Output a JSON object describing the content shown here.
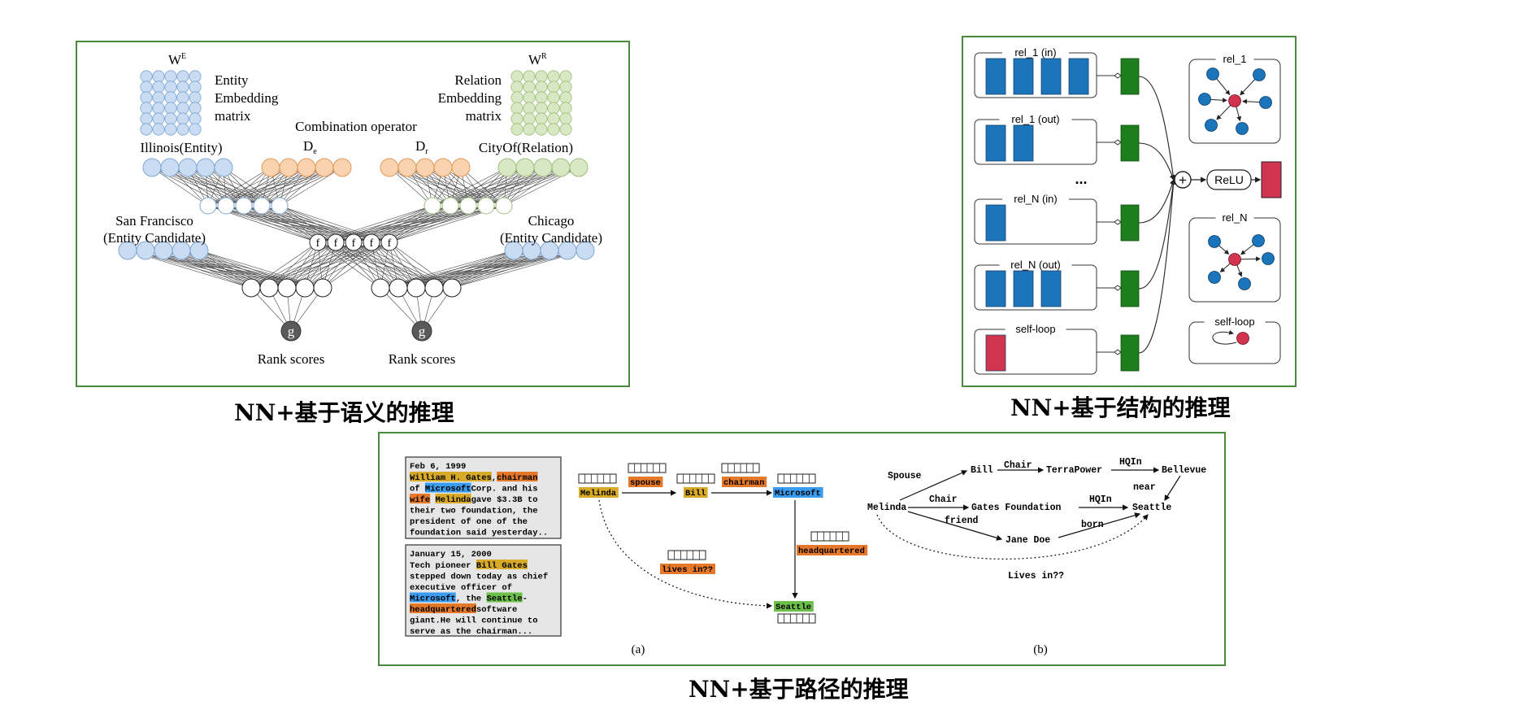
{
  "semantic": {
    "caption": "NN+基于语义的推理",
    "we_label": "W",
    "we_sup": "E",
    "wr_label": "W",
    "wr_sup": "R",
    "entity_matrix_lines": [
      "Entity",
      "Embedding",
      "matrix"
    ],
    "relation_matrix_lines": [
      "Relation",
      "Embedding",
      "matrix"
    ],
    "combination_operator": "Combination operator",
    "de_label": "D",
    "de_sub": "e",
    "dr_label": "D",
    "dr_sub": "r",
    "illinois": "Illinois(Entity)",
    "cityof": "CityOf(Relation)",
    "san_francisco": "San Francisco",
    "entity_candidate_left": "(Entity Candidate)",
    "chicago": "Chicago",
    "entity_candidate_right": "(Entity Candidate)",
    "f_label": "f",
    "g_label": "g",
    "rank_scores_left": "Rank scores",
    "rank_scores_right": "Rank scores",
    "colors": {
      "blue": "#c9dcf2",
      "orange": "#f9d2b0",
      "green": "#d9e8c4",
      "frame": "#4b8a3c"
    }
  },
  "structural": {
    "caption": "NN+基于结构的推理",
    "groups": [
      "rel_1 (in)",
      "rel_1 (out)",
      "rel_N (in)",
      "rel_N (out)",
      "self-loop"
    ],
    "ellipsis": "...",
    "relu": "ReLU",
    "plus": "+",
    "graph_titles": [
      "rel_1",
      "rel_N",
      "self-loop"
    ],
    "colors": {
      "blue": "#1a75bb",
      "green": "#1e7e1e",
      "red": "#d2334f"
    }
  },
  "path": {
    "caption": "NN+基于路径的推理",
    "doc1": {
      "date": "Feb 6, 1999",
      "lines": [
        [
          [
            "William H. Gates",
            "y"
          ],
          [
            ",",
            ""
          ],
          [
            "chairman",
            "o"
          ]
        ],
        [
          [
            "of ",
            ""
          ],
          [
            "Microsoft",
            "b"
          ],
          [
            " Corp. and his",
            ""
          ]
        ],
        [
          [
            "wife",
            "o"
          ],
          [
            " ",
            ""
          ],
          [
            "Melinda",
            "y"
          ],
          [
            " gave $3.3B to",
            ""
          ]
        ],
        [
          [
            "their two foundation, the",
            ""
          ]
        ],
        [
          [
            "president of one of the",
            ""
          ]
        ],
        [
          [
            "foundation said yesterday..",
            ""
          ]
        ]
      ]
    },
    "doc2": {
      "date": "January 15, 2000",
      "lines": [
        [
          [
            "Tech pioneer ",
            ""
          ],
          [
            "Bill Gates",
            "y"
          ]
        ],
        [
          [
            "stepped down today as chief",
            ""
          ]
        ],
        [
          [
            "executive officer of",
            ""
          ]
        ],
        [
          [
            "Microsoft",
            "b"
          ],
          [
            ", the ",
            ""
          ],
          [
            "Seattle",
            "g"
          ],
          [
            "-",
            ""
          ]
        ],
        [
          [
            "headquartered",
            "o"
          ],
          [
            " software",
            ""
          ]
        ],
        [
          [
            "giant.He will continue to",
            ""
          ]
        ],
        [
          [
            "serve as the chairman...",
            ""
          ]
        ]
      ]
    },
    "a_nodes": {
      "melinda": "Melinda",
      "spouse": "spouse",
      "bill": "Bill",
      "chairman": "chairman",
      "microsoft": "Microsoft",
      "headquartered": "headquartered",
      "lives_in": "lives in??",
      "seattle": "Seattle"
    },
    "label_a": "(a)",
    "b_nodes": {
      "spouse": "Spouse",
      "bill": "Bill",
      "chair1": "Chair",
      "terrapower": "TerraPower",
      "hqin1": "HQIn",
      "bellevue": "Bellevue",
      "near": "near",
      "melinda": "Melinda",
      "chair2": "Chair",
      "gates_foundation": "Gates Foundation",
      "hqin2": "HQIn",
      "seattle": "Seattle",
      "friend": "friend",
      "jane_doe": "Jane Doe",
      "born": "born",
      "lives_in": "Lives in??"
    },
    "label_b": "(b)",
    "colors": {
      "y": "#d9a928",
      "o": "#e6782a",
      "b": "#3a9cf0",
      "g": "#6cc04a",
      "docbg": "#e6e6e6"
    }
  }
}
